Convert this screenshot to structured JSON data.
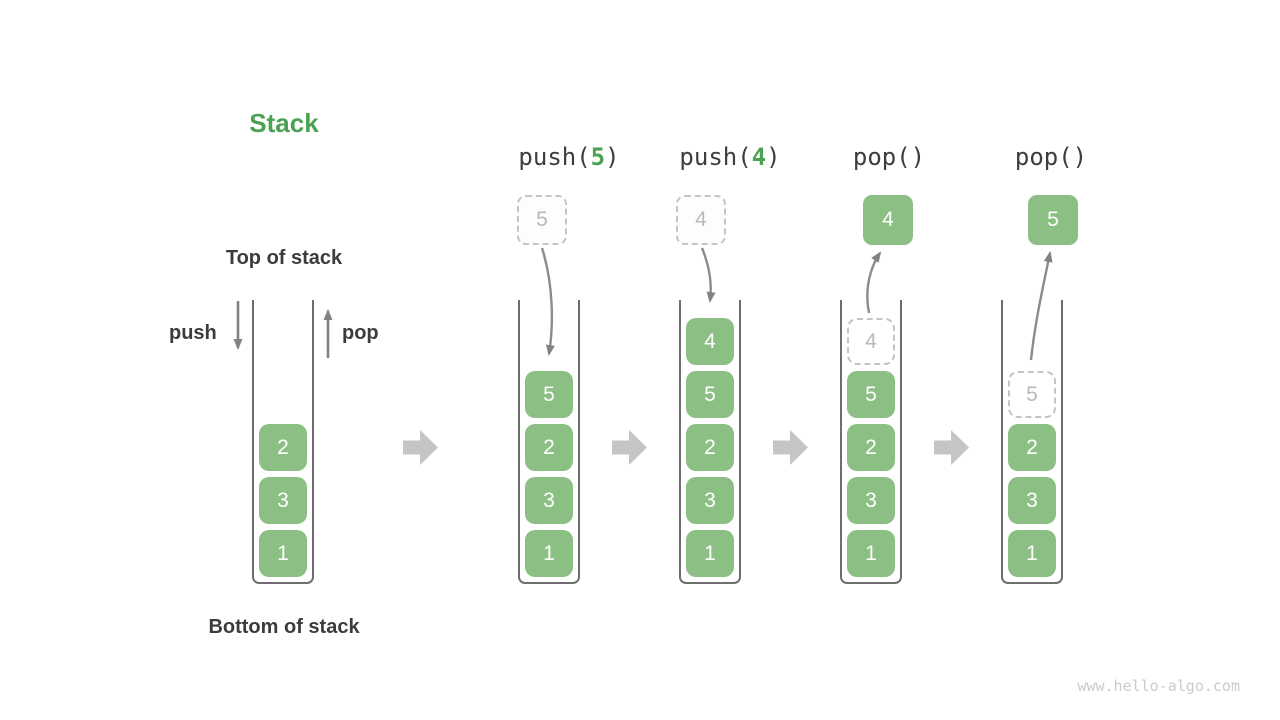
{
  "title": "Stack",
  "labels": {
    "top_of_stack": "Top of stack",
    "bottom_of_stack": "Bottom of stack",
    "push": "push",
    "pop": "pop"
  },
  "operations": [
    {
      "text_before": "push(",
      "highlight": "5",
      "text_after": ")"
    },
    {
      "text_before": "push(",
      "highlight": "4",
      "text_after": ")"
    },
    {
      "text_before": "pop()",
      "highlight": "",
      "text_after": ""
    },
    {
      "text_before": "pop()",
      "highlight": "",
      "text_after": ""
    }
  ],
  "floating_boxes": [
    {
      "value": "5",
      "style": "dashed"
    },
    {
      "value": "4",
      "style": "dashed"
    },
    {
      "value": "4",
      "style": "solid"
    },
    {
      "value": "5",
      "style": "solid"
    }
  ],
  "stacks": [
    {
      "cells": [
        {
          "v": "2"
        },
        {
          "v": "3"
        },
        {
          "v": "1"
        }
      ]
    },
    {
      "cells": [
        {
          "v": "5"
        },
        {
          "v": "2"
        },
        {
          "v": "3"
        },
        {
          "v": "1"
        }
      ]
    },
    {
      "cells": [
        {
          "v": "4"
        },
        {
          "v": "5"
        },
        {
          "v": "2"
        },
        {
          "v": "3"
        },
        {
          "v": "1"
        }
      ]
    },
    {
      "cells": [
        {
          "v": "4",
          "ghost": true
        },
        {
          "v": "5"
        },
        {
          "v": "2"
        },
        {
          "v": "3"
        },
        {
          "v": "1"
        }
      ]
    },
    {
      "cells": [
        {
          "v": "5",
          "ghost": true
        },
        {
          "v": "2"
        },
        {
          "v": "3"
        },
        {
          "v": "1"
        }
      ]
    }
  ],
  "watermark": "www.hello-algo.com",
  "colors": {
    "cell_green": "#8cbf84",
    "accent_green": "#4ba154",
    "dark_text": "#3c3c3c",
    "wall_gray": "#6e6e6e",
    "dashed_gray": "#c4c4c4",
    "ghost_text": "#b9b9b9",
    "flow_arrow": "#8c8c8c",
    "block_arrow": "#c5c5c5",
    "watermark_gray": "#cbcbcb"
  },
  "icons": {
    "push_arrow": "down-arrow",
    "pop_arrow": "up-arrow",
    "stage_arrow": "right-block-arrow"
  }
}
